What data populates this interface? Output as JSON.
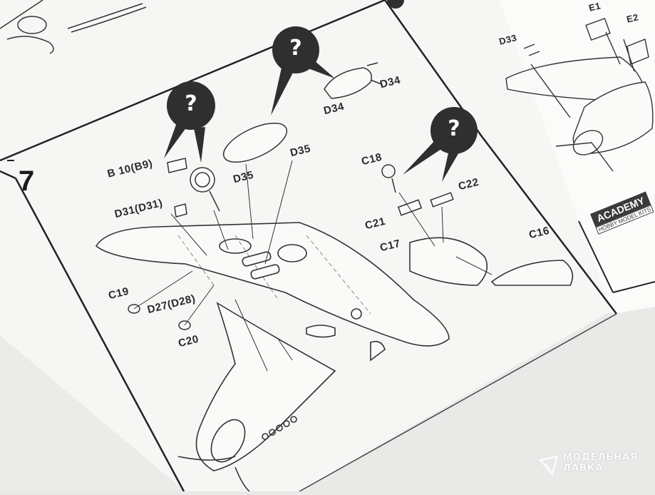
{
  "step_number": "7",
  "part_labels": {
    "b10": "B 10(B9)",
    "d31": "D31(D31)",
    "c19": "C19",
    "d27": "D27(D28)",
    "c20": "C20",
    "d35_left": "D35",
    "d35_right": "D35",
    "d34_left": "D34",
    "d34_right": "D34",
    "c18": "C18",
    "c22": "C22",
    "c21": "C21",
    "c17": "C17",
    "c16": "C16",
    "d33": "D33",
    "e1": "E1",
    "e2": "E2"
  },
  "callouts": {
    "question_mark": "?"
  },
  "logo": {
    "brand": "ACADEMY",
    "subtitle": "HOBBY MODEL KITS"
  },
  "watermark": {
    "line1": "МОДЕЛЬНАЯ",
    "line2": "ЛАВКА"
  },
  "colors": {
    "paper": "#f7f7f5",
    "ink": "#2b2b2b",
    "background": "#e9e9e7"
  }
}
